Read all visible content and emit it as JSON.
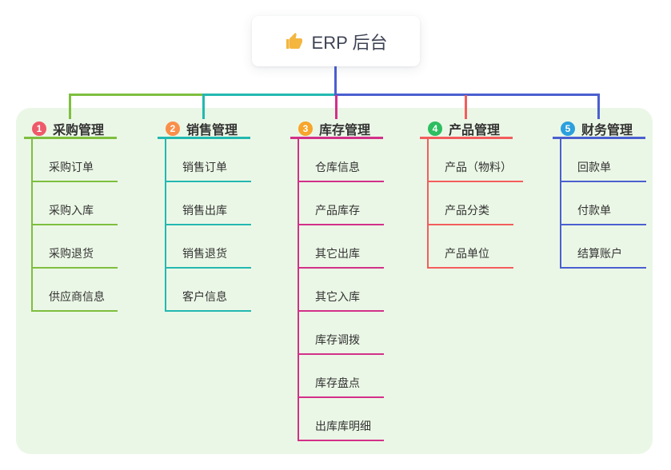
{
  "root": {
    "icon": "thumbs-up-icon",
    "label": "ERP 后台"
  },
  "canvas": {
    "background": "#ffffff",
    "panel_background": "#ebf7e6",
    "root_stem_color": "#4a5fd0",
    "thumb_icon_color": "#f4b63f"
  },
  "branches": [
    {
      "badge": "1",
      "badge_color": "#ee5a6a",
      "line_color": "#7ebf3e",
      "title": "采购管理",
      "children": [
        "采购订单",
        "采购入库",
        "采购退货",
        "供应商信息"
      ]
    },
    {
      "badge": "2",
      "badge_color": "#f98f4a",
      "line_color": "#23b8b0",
      "title": "销售管理",
      "children": [
        "销售订单",
        "销售出库",
        "销售退货",
        "客户信息"
      ]
    },
    {
      "badge": "3",
      "badge_color": "#f7a52b",
      "line_color": "#d23089",
      "title": "库存管理",
      "children": [
        "仓库信息",
        "产品库存",
        "其它出库",
        "其它入库",
        "库存调拨",
        "库存盘点",
        "出库库明细"
      ]
    },
    {
      "badge": "4",
      "badge_color": "#2dbe60",
      "line_color": "#f35d5d",
      "title": "产品管理",
      "children": [
        "产品（物料）",
        "产品分类",
        "产品单位"
      ]
    },
    {
      "badge": "5",
      "badge_color": "#2ba0dd",
      "line_color": "#4a5fd0",
      "title": "财务管理",
      "children": [
        "回款单",
        "付款单",
        "结算账户"
      ]
    }
  ]
}
